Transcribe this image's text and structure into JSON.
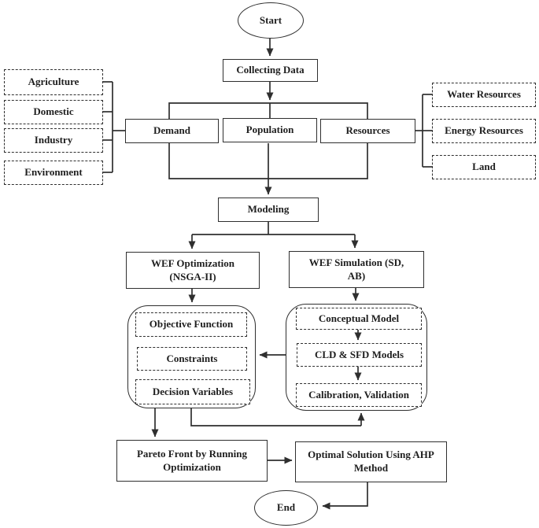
{
  "diagram": {
    "nodes": {
      "start": "Start",
      "collecting_data": "Collecting Data",
      "demand": "Demand",
      "population": "Population",
      "resources": "Resources",
      "modeling": "Modeling",
      "wef_optimization": "WEF Optimization\n(NSGA-II)",
      "wef_simulation": "WEF Simulation (SD,\nAB)",
      "pareto_front": "Pareto Front by Running\nOptimization",
      "optimal_solution": "Optimal Solution Using AHP\nMethod",
      "end": "End"
    },
    "demand_sectors": [
      "Agriculture",
      "Domestic",
      "Industry",
      "Environment"
    ],
    "resource_types": [
      "Water Resources",
      "Energy Resources",
      "Land"
    ],
    "optimization_elements": [
      "Objective Function",
      "Constraints",
      "Decision Variables"
    ],
    "simulation_steps": [
      "Conceptual Model",
      "CLD & SFD Models",
      "Calibration, Validation"
    ],
    "colors": {
      "line": "#2f2f2f",
      "text": "#1e1e1e",
      "background": "#ffffff"
    }
  }
}
